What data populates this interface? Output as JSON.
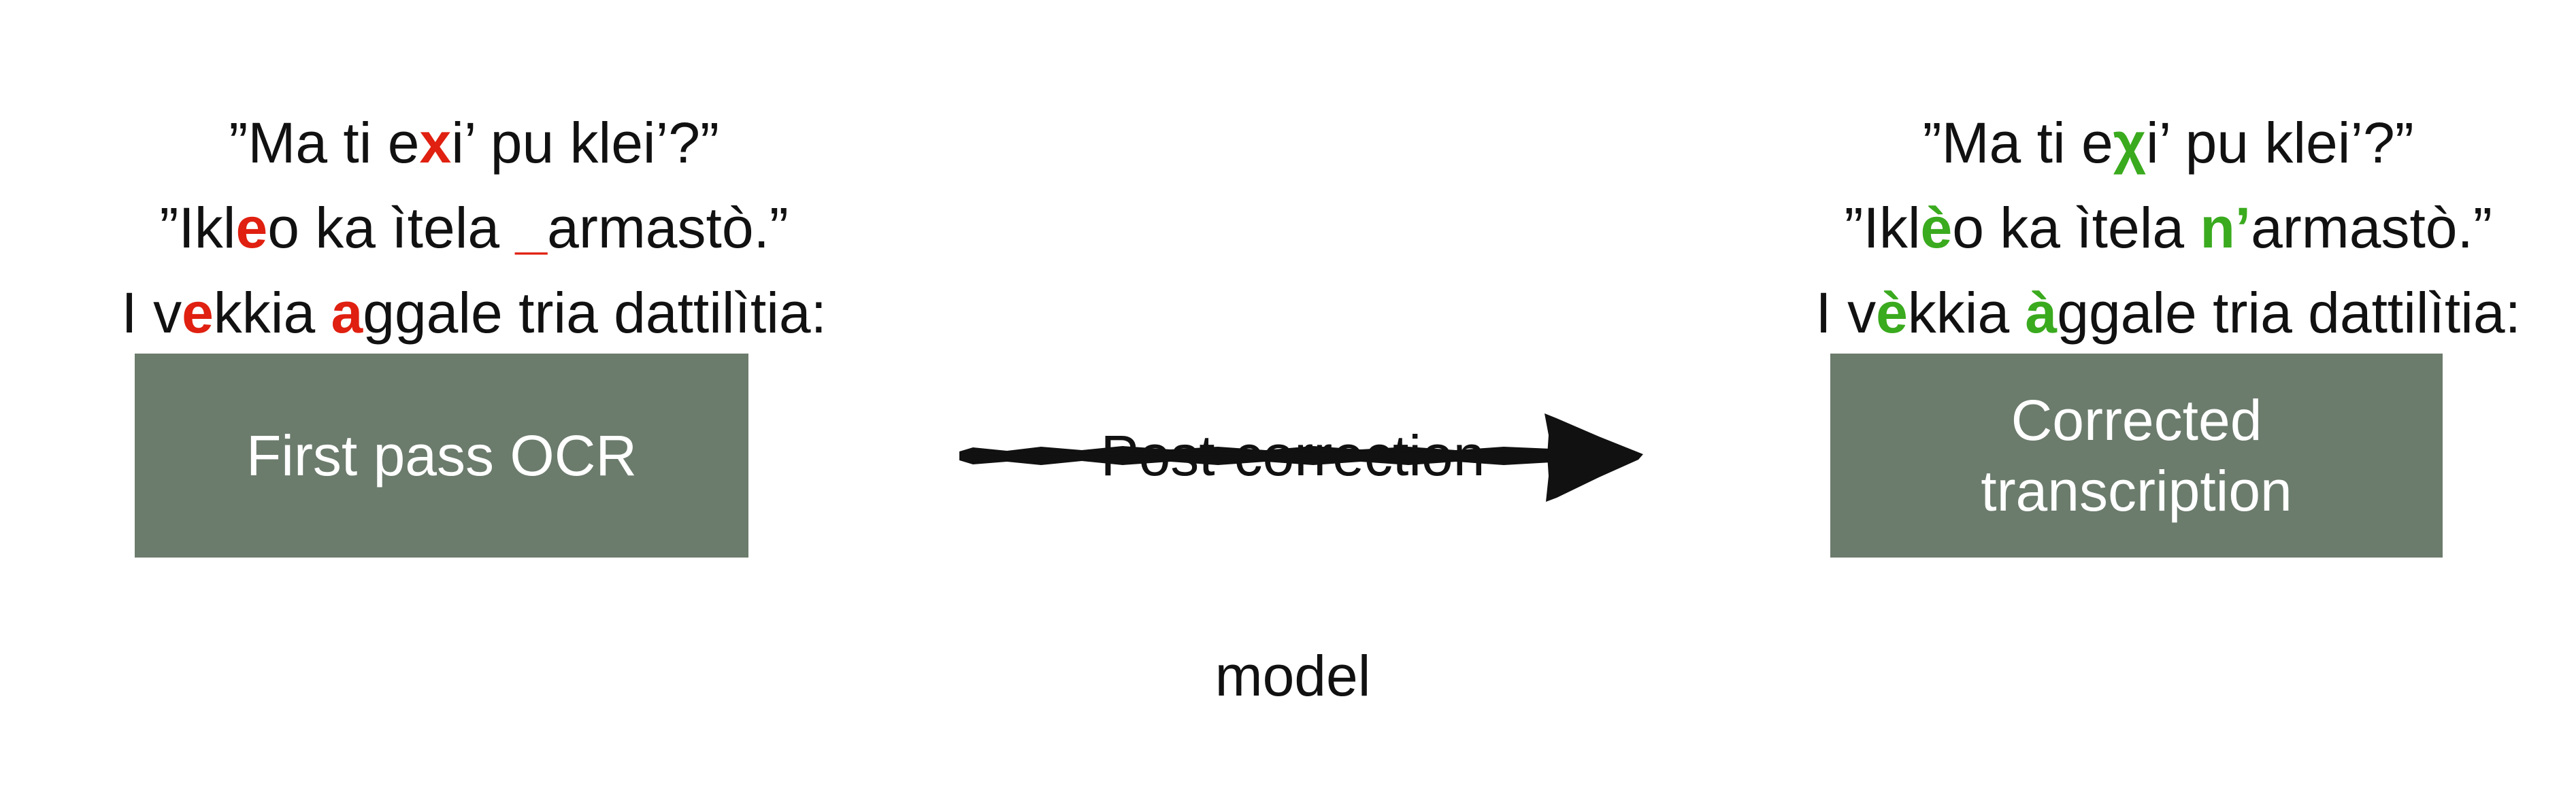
{
  "left_panel": {
    "lines": [
      [
        {
          "text": "”Ma ti e",
          "style": "plain"
        },
        {
          "text": "x",
          "style": "err"
        },
        {
          "text": "i’ pu klei’?”",
          "style": "plain"
        }
      ],
      [
        {
          "text": "”Ikl",
          "style": "plain"
        },
        {
          "text": "e",
          "style": "err"
        },
        {
          "text": "o ka ìtela ",
          "style": "plain"
        },
        {
          "text": "_",
          "style": "err"
        },
        {
          "text": "armastò.”",
          "style": "plain"
        }
      ],
      [
        {
          "text": "I v",
          "style": "plain"
        },
        {
          "text": "e",
          "style": "err"
        },
        {
          "text": "kkia ",
          "style": "plain"
        },
        {
          "text": "a",
          "style": "err"
        },
        {
          "text": "ggale tria dattilìtia:",
          "style": "plain"
        }
      ]
    ],
    "box_label": "First pass OCR"
  },
  "arrow": {
    "label_line1": "Post-correction",
    "label_line2": "model"
  },
  "right_panel": {
    "lines": [
      [
        {
          "text": "”Ma ti e",
          "style": "plain"
        },
        {
          "text": "χ",
          "style": "fix"
        },
        {
          "text": "i’ pu klei’?”",
          "style": "plain"
        }
      ],
      [
        {
          "text": "”Ikl",
          "style": "plain"
        },
        {
          "text": "è",
          "style": "fix"
        },
        {
          "text": "o ka ìtela ",
          "style": "plain"
        },
        {
          "text": "n’",
          "style": "fix"
        },
        {
          "text": "armastò.”",
          "style": "plain"
        }
      ],
      [
        {
          "text": "I v",
          "style": "plain"
        },
        {
          "text": "è",
          "style": "fix"
        },
        {
          "text": "kkia ",
          "style": "plain"
        },
        {
          "text": "à",
          "style": "fix"
        },
        {
          "text": "ggale tria dattilìtia:",
          "style": "plain"
        }
      ]
    ],
    "box_label_line1": "Corrected",
    "box_label_line2": "transcription"
  },
  "colors": {
    "error_highlight": "#e02010",
    "fix_highlight": "#3aaa1e",
    "box_fill": "#6b7b6c",
    "box_text": "#ffffff",
    "arrow": "#111111"
  }
}
